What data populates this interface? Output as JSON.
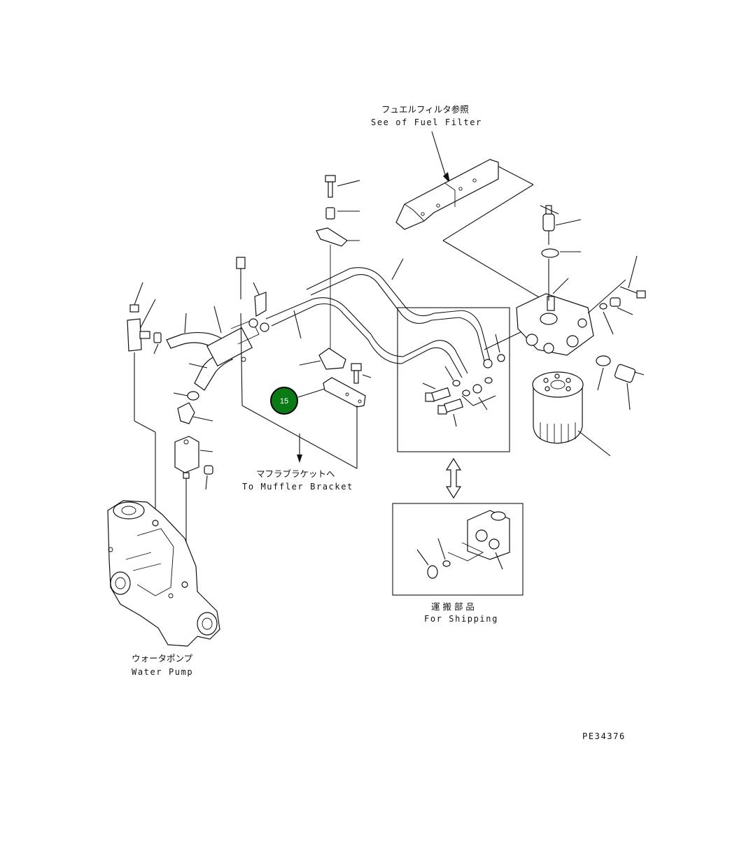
{
  "labels": {
    "fuel_filter_jp": "フュエルフィルタ参照",
    "fuel_filter_en": "See of Fuel Filter",
    "muffler_jp": "マフラブラケットへ",
    "muffler_en": "To Muffler Bracket",
    "shipping_jp": "運 搬 部 品",
    "shipping_en": "For Shipping",
    "water_pump_jp": "ウォータポンプ",
    "water_pump_en": "Water Pump",
    "drawing_code": "PE34376"
  },
  "callout": {
    "number": "15",
    "color": "#0a7a14",
    "ring_color": "#000000"
  }
}
